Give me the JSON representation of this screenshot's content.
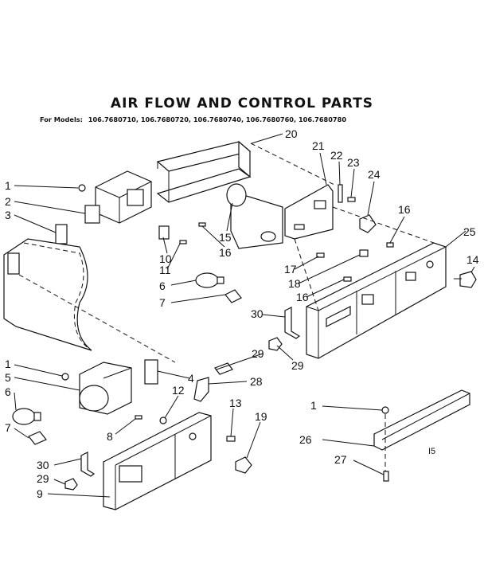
{
  "title": "AIR FLOW AND CONTROL PARTS",
  "models_label": "For Models:",
  "models": "106.7680710, 106.7680720, 106.7680740, 106.7680760, 106.7680780",
  "page_code": "I5",
  "callouts": [
    "1",
    "2",
    "3",
    "10",
    "11",
    "6",
    "7",
    "15",
    "16",
    "20",
    "21",
    "22",
    "23",
    "24",
    "16",
    "25",
    "14",
    "17",
    "18",
    "16",
    "30",
    "29",
    "29",
    "28",
    "4",
    "12",
    "13",
    "19",
    "8",
    "1",
    "5",
    "6",
    "7",
    "30",
    "29",
    "9",
    "1",
    "26",
    "27"
  ]
}
